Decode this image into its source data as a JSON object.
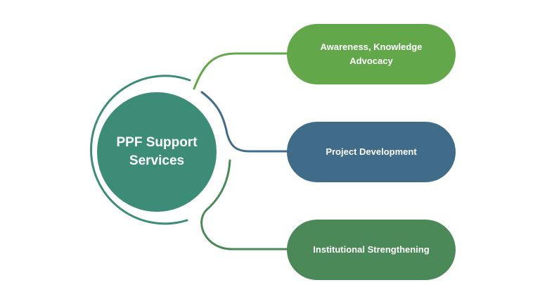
{
  "diagram": {
    "hub": {
      "label": "PPF Support\nServices",
      "color": "#3d8c78",
      "ring_color": "#3d8c78"
    },
    "nodes": [
      {
        "label": "Awareness, Knowledge\nAdvocacy",
        "color": "#62a84b",
        "connector_color": "#62a84b"
      },
      {
        "label": "Project Development",
        "color": "#406c8a",
        "connector_color": "#406c8a"
      },
      {
        "label": "Institutional Strengthening",
        "color": "#4b8a58",
        "connector_color": "#4b8a58"
      }
    ]
  }
}
